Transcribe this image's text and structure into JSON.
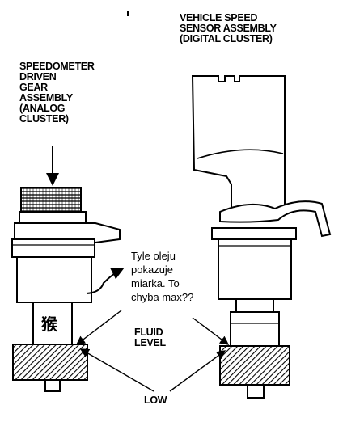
{
  "labels": {
    "vss": [
      "VEHICLE SPEED",
      "SENSOR ASSEMBLY",
      "(DIGITAL CLUSTER)"
    ],
    "speedometer": [
      "SPEEDOMETER",
      "DRIVEN",
      "GEAR",
      "ASSEMBLY",
      "(ANALOG",
      "CLUSTER)"
    ],
    "fluid_level": [
      "FLUID",
      "LEVEL"
    ],
    "low": "LOW"
  },
  "annotation": {
    "lines": [
      "Tyle oleju",
      "pokazuje",
      "miarka. To",
      "chyba max??"
    ]
  },
  "stamp_glyph": "猴",
  "colors": {
    "ink": "#000000",
    "paper": "#ffffff"
  }
}
